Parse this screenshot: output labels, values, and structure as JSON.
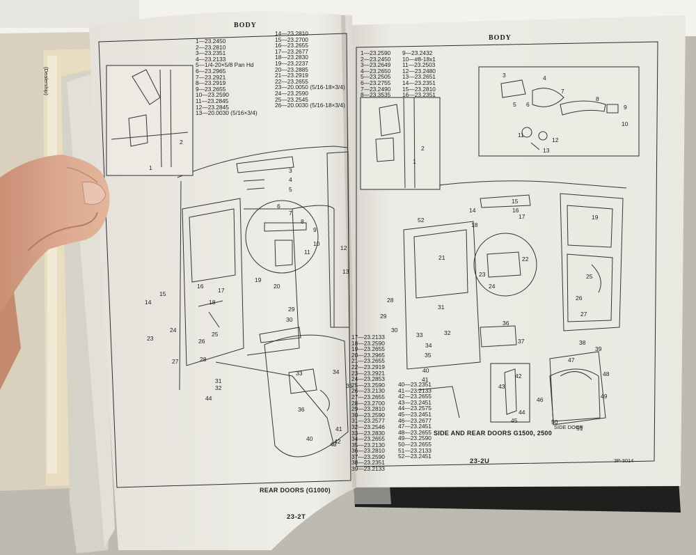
{
  "scene": {
    "description_free": true,
    "colors": {
      "background": "#b9b6ac",
      "page": "#eeede6",
      "page_shadow": "#9d998e",
      "ink": "#1d1d1d",
      "hand": "#d7a58d",
      "pen": "#1e1e1c"
    }
  },
  "left_page": {
    "header": "BODY",
    "parts_col1": [
      "1—23.2450",
      "2—23.2810",
      "3—23.2351",
      "4—23.2133",
      "5—1/4-20×5/8 Pan Hd",
      "6—23.2965",
      "7—23.2921",
      "8—23.2919",
      "9—23.2655",
      "10—23.2590",
      "11—23.2845",
      "12—23.2845",
      "13—20.0030 (5/16×3/4)"
    ],
    "parts_col2": [
      "14—23.2810",
      "15—23.2700",
      "16—23.2655",
      "17—23.2677",
      "18—23.2830",
      "19—23.2237",
      "20—23.2885",
      "21—23.2919",
      "22—23.2655",
      "23—20.0050 (5/16-18×3/4)",
      "24—23.2590",
      "25—23.2545",
      "26—20.0030 (5/16-18×3/4)"
    ],
    "parts_col3": [
      "17—23.2133",
      "18—23.2590",
      "19—23.2655",
      "20—23.2965",
      "21—23.2655",
      "22—23.2919",
      "23—23.2921",
      "24—23.2853",
      "25—23.2590",
      "26—23.2130",
      "27—23.2655",
      "28—23.2700",
      "29—23.2810",
      "30—23.2590",
      "31—23.2577",
      "32—23.2546",
      "33—23.2830",
      "34—23.2655",
      "35—23.2130",
      "36—23.2810",
      "37—23.2590",
      "38—23.2351",
      "39—23.2133"
    ],
    "callouts": [
      "1",
      "2",
      "3",
      "4",
      "5",
      "6",
      "7",
      "8",
      "9",
      "10",
      "11",
      "12",
      "13",
      "14",
      "15",
      "16",
      "17",
      "18",
      "19",
      "20",
      "23",
      "24",
      "25",
      "26",
      "27",
      "28",
      "29",
      "30",
      "31",
      "32",
      "33",
      "34",
      "35",
      "36",
      "40",
      "41",
      "42",
      "43",
      "44"
    ],
    "caption": "REAR DOORS (G1000)",
    "page_number": "23-2T"
  },
  "right_page": {
    "header": "BODY",
    "parts_col1": [
      "1—23.2590",
      "2—23.2450",
      "3—23.2649",
      "4—23.2650",
      "5—23.2505",
      "6—23.2755",
      "7—23.2490",
      "8—23.3535"
    ],
    "parts_col2": [
      "9—23.2432",
      "10—#8-18x1",
      "11—23.2503",
      "12—23.2480",
      "13—23.2651",
      "14—23.2351",
      "15—23.2810",
      "16—23.2351"
    ],
    "parts_col3": [
      "40—23.2351",
      "41—23.2133",
      "42—23.2655",
      "43—23.2451",
      "44—23.2575",
      "45—23.2451",
      "46—23.2677",
      "47—23.2451",
      "48—23.2655",
      "49—23.2590",
      "50—23.2655",
      "51—23.2133",
      "52—23.2451"
    ],
    "callouts": [
      "1",
      "2",
      "3",
      "4",
      "5",
      "6",
      "7",
      "8",
      "9",
      "10",
      "11",
      "12",
      "13",
      "14",
      "15",
      "16",
      "17",
      "18",
      "19",
      "21",
      "22",
      "23",
      "24",
      "25",
      "26",
      "27",
      "28",
      "29",
      "30",
      "31",
      "32",
      "33",
      "34",
      "35",
      "36",
      "37",
      "38",
      "39",
      "40",
      "41",
      "42",
      "43",
      "44",
      "45",
      "46",
      "47",
      "48",
      "49",
      "50",
      "51",
      "52"
    ],
    "inset_label": "SIDE DOOR",
    "caption": "SIDE AND REAR DOORS G1500, 2500",
    "page_number": "23-2U",
    "ref": "3P-3014"
  },
  "binder_tab": "(Dealership)"
}
